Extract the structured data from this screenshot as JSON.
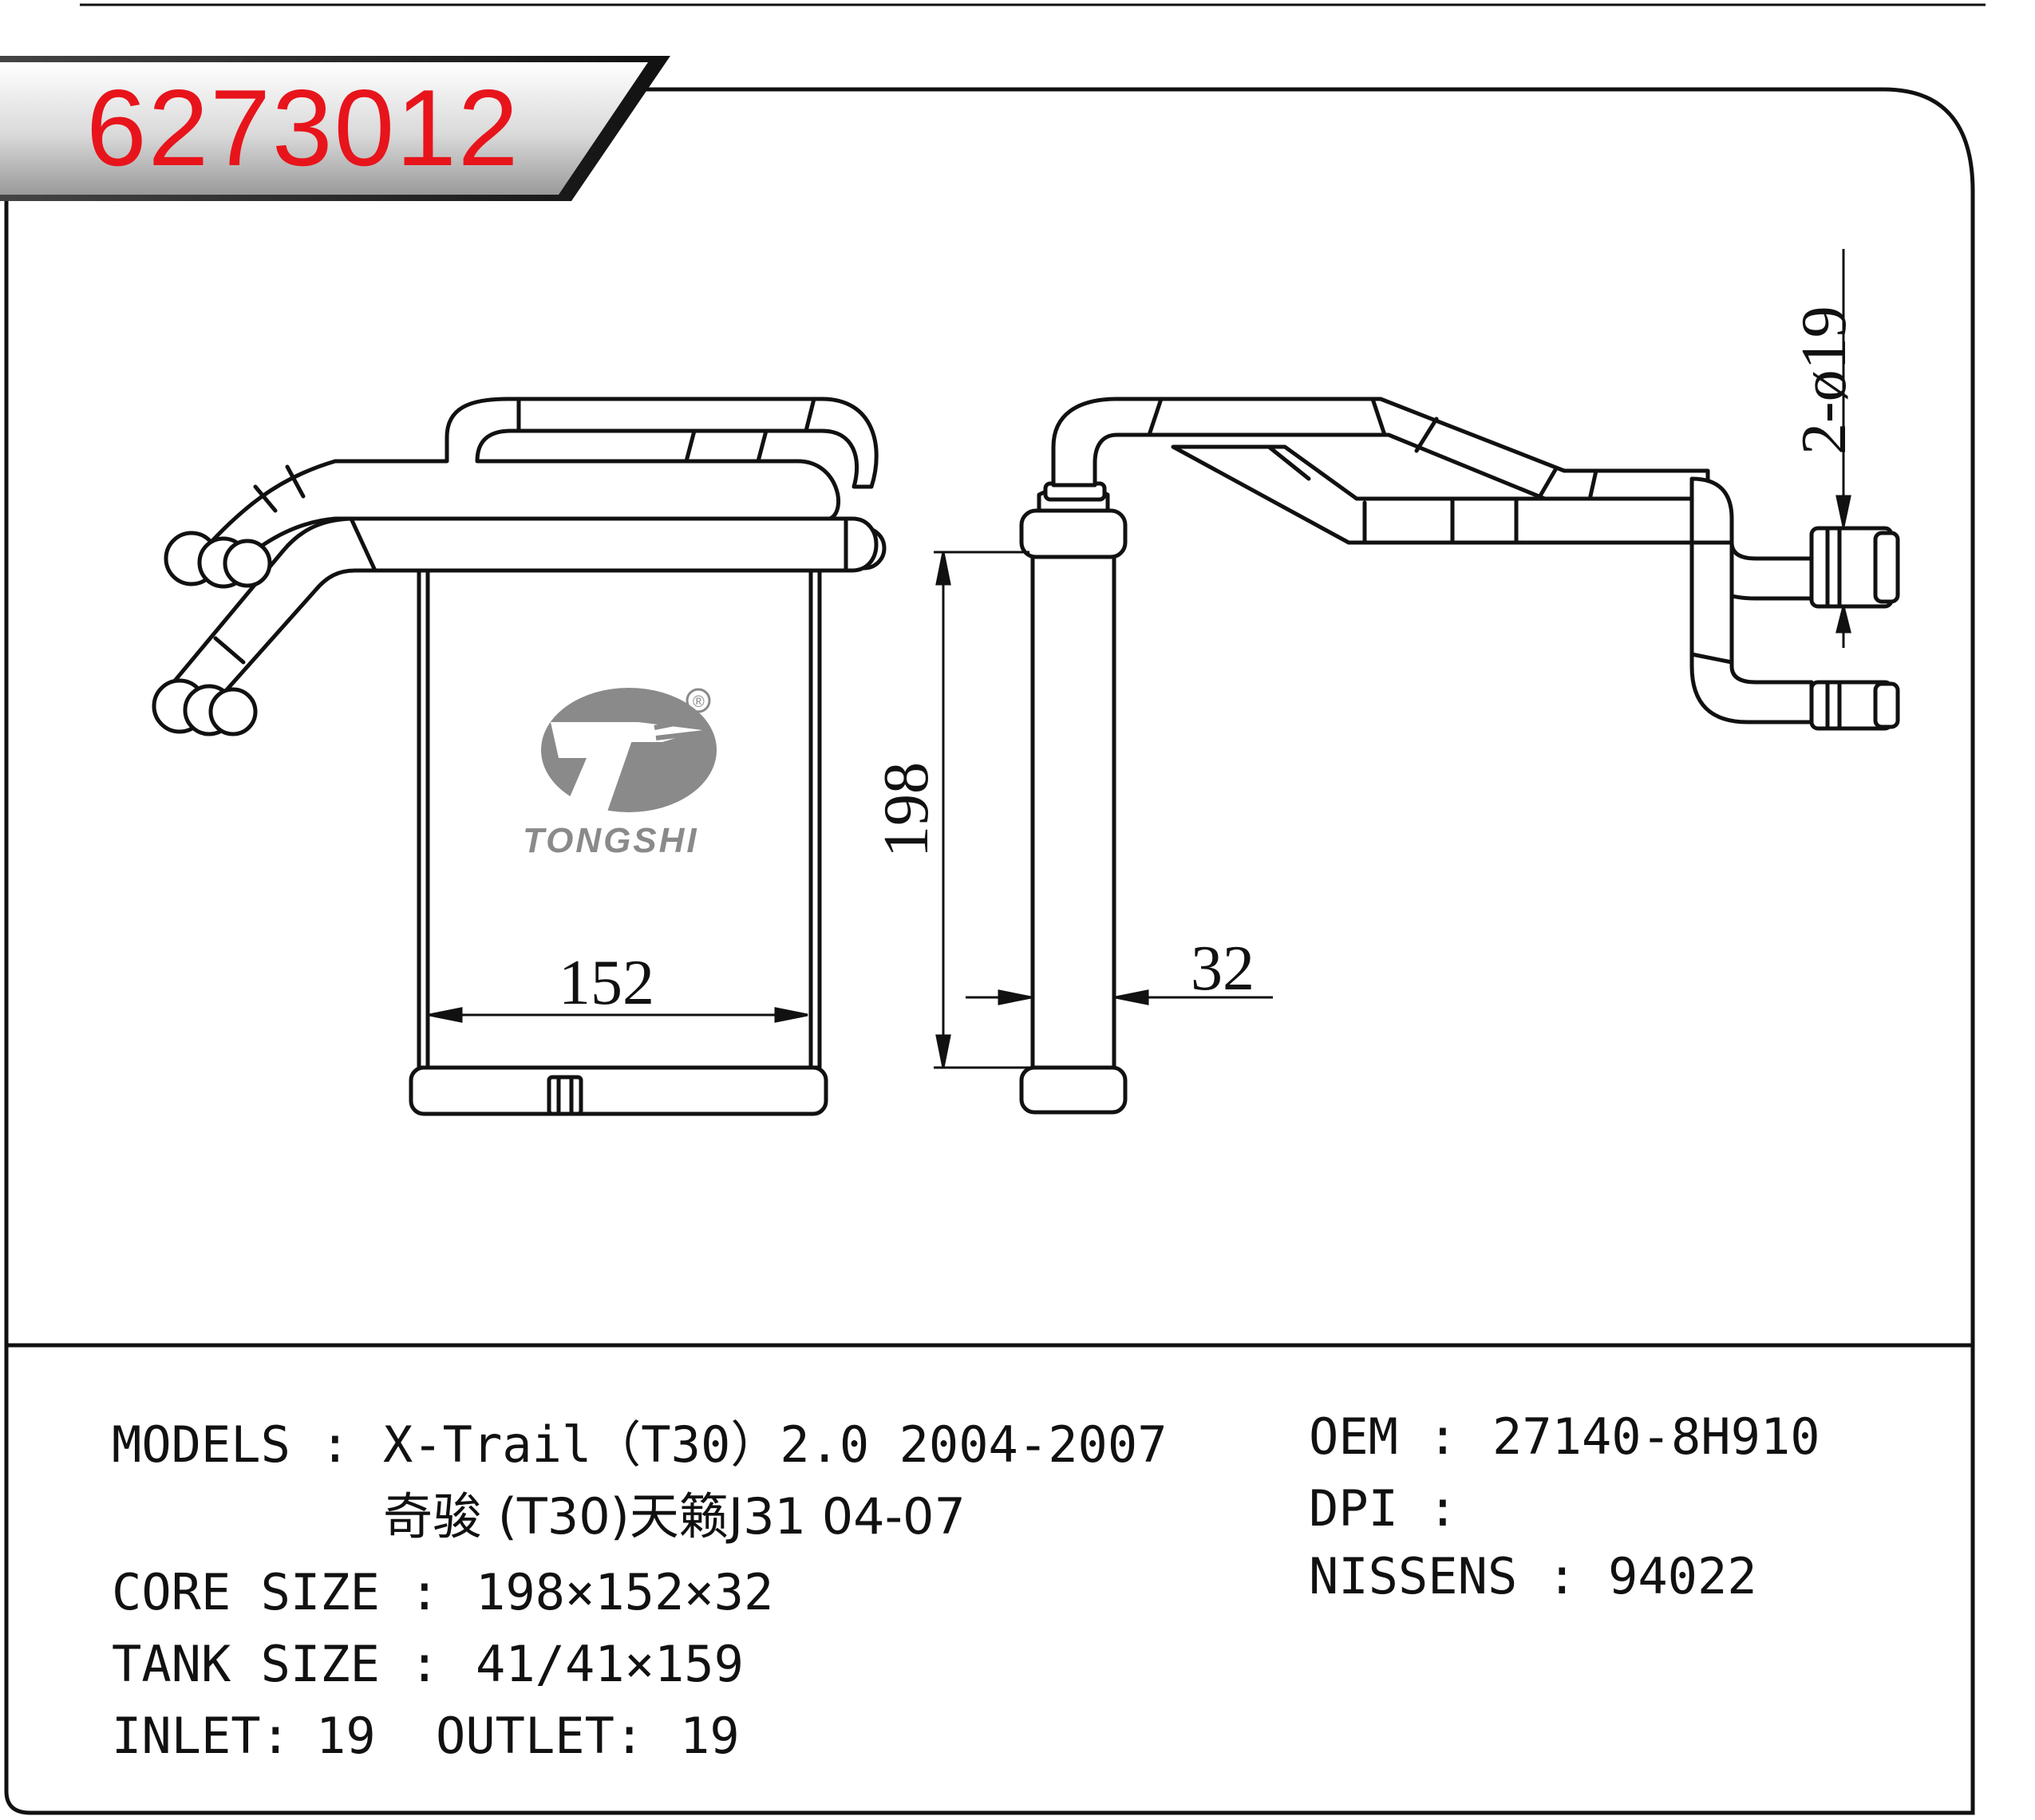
{
  "part_number": "6273012",
  "brand": "TONGSHI",
  "registered_mark": "®",
  "dimensions": {
    "width": "152",
    "height": "198",
    "depth": "32",
    "pipe": "2-ø19"
  },
  "specs": {
    "models_label": "MODELS : ",
    "models_value": "X-Trail（T30）2.0 2004-2007",
    "models_value_cn": "奇骏 (T30)天籁J31 04-07",
    "core_size_label": "CORE SIZE : ",
    "core_size_value": "198×152×32",
    "tank_size_label": "TANK SIZE : ",
    "tank_size_value": "41/41×159",
    "inlet_label": "INLET: ",
    "inlet_value": "19",
    "outlet_label": "OUTLET: ",
    "outlet_value": "19",
    "oem_label": "OEM : ",
    "oem_value": "27140-8H910",
    "dpi_label": "DPI : ",
    "dpi_value": "",
    "nissens_label": "NISSENS : ",
    "nissens_value": "94022"
  },
  "colors": {
    "part_number": "#e8141b",
    "outline": "#111111",
    "logo": "#8a8a8a"
  }
}
